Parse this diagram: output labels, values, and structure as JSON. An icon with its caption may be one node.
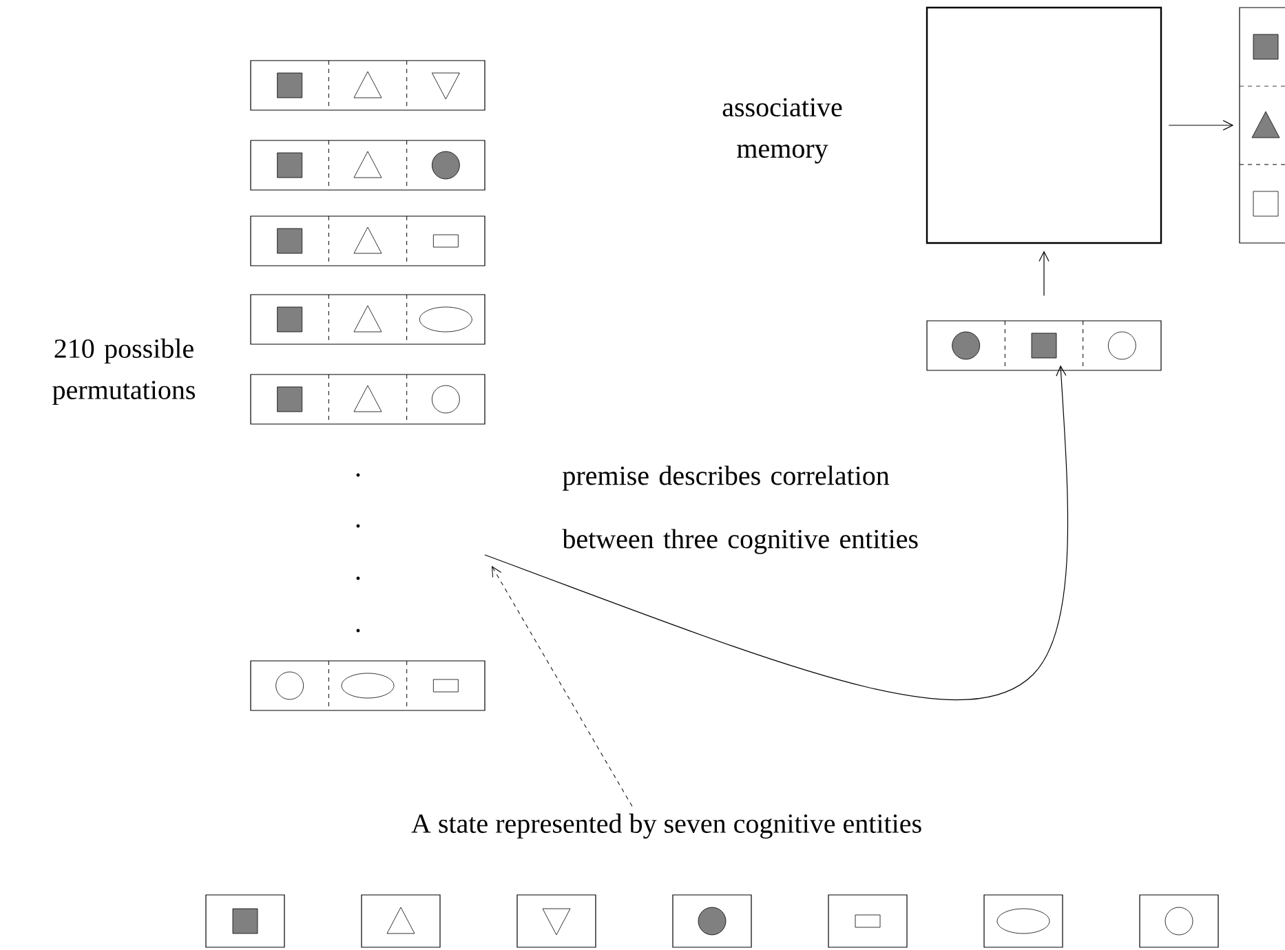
{
  "diagram": {
    "nodes": [
      {
        "text": [],
        "shape": "box"
      },
      {
        "text": [],
        "shape": "box"
      },
      {
        "text": [],
        "shape": "box"
      },
      {
        "text": [],
        "shape": "box"
      },
      {
        "text": [],
        "shape": "box"
      },
      {
        "text": [],
        "shape": "box"
      },
      {
        "text": [],
        "shape": "box",
        "beside": [
          "associative memory"
        ]
      },
      {
        "text": [],
        "shape": "box"
      },
      {
        "text": [],
        "shape": "box"
      },
      {
        "text": [
          "A state represented by seven cognitive entities"
        ]
      },
      {
        "text": [],
        "shape": "box"
      },
      {
        "text": [],
        "shape": "box"
      },
      {
        "text": [],
        "shape": "box"
      },
      {
        "text": [],
        "shape": "box"
      },
      {
        "text": [],
        "shape": "box"
      },
      {
        "text": [],
        "shape": "box"
      },
      {
        "text": [],
        "shape": "box"
      }
    ],
    "edges": [
      {
        "from": 6,
        "to": 7,
        "arrow": "to"
      },
      {
        "from": 8,
        "to": 6,
        "arrow": "to"
      },
      {
        "from": null,
        "to": 8,
        "arrow": "to",
        "label": "premise describes correlation between three cognitive entities"
      },
      {
        "from": 9,
        "to": null,
        "arrow": "to",
        "style": "dashed"
      }
    ],
    "labels": [
      "210 possible permutations"
    ]
  }
}
